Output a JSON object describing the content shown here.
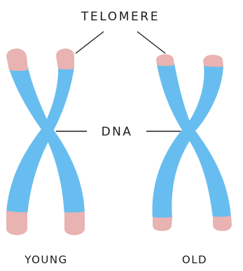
{
  "labels": {
    "telomere": "TELOMERE",
    "dna": "DNA",
    "young": "YOUNG",
    "old": "OLD"
  },
  "colors": {
    "chromatid": "#67bdef",
    "telomere": "#e8b3b1",
    "text": "#1a1a1a"
  }
}
